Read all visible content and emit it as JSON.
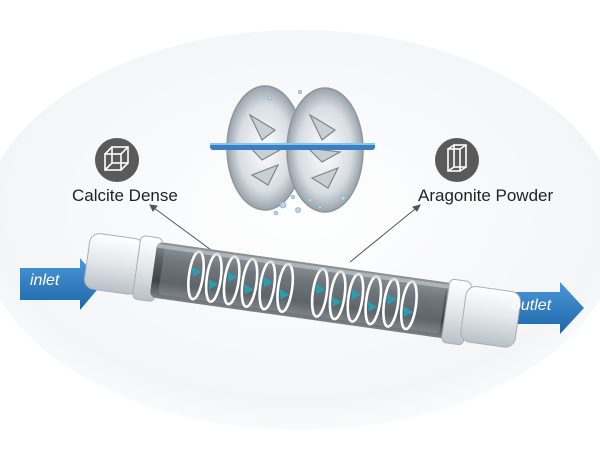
{
  "labels": {
    "calcite": "Calcite Dense",
    "aragonite": "Aragonite Powder",
    "inlet": "inlet",
    "outlet": "outlet"
  },
  "icons": {
    "left": "crystal-cube-icon",
    "right": "crystal-prism-icon"
  },
  "colors": {
    "arrow_blue": "#2f7fc4",
    "icon_bg": "#5a5a5a",
    "tube_grey": "#6e7479",
    "fitting_white": "#eceff1",
    "fin_teal": "#2a9db3"
  }
}
